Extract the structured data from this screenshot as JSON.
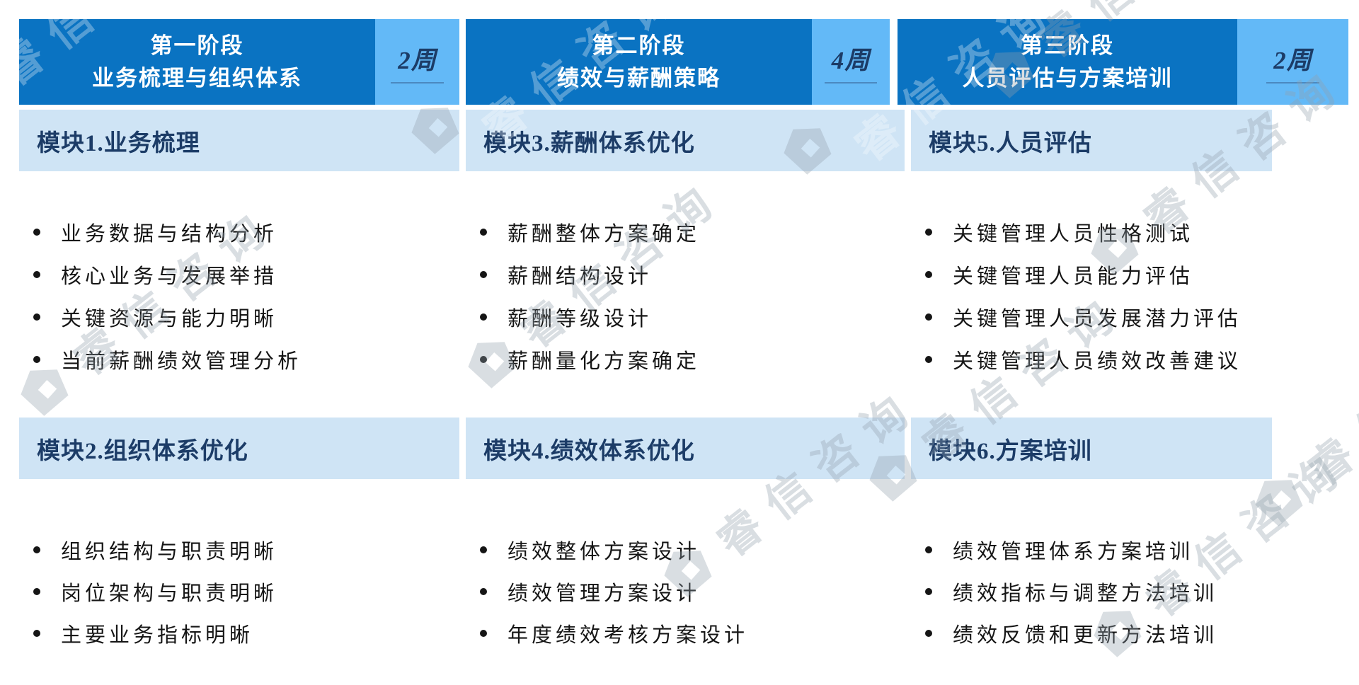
{
  "watermark": {
    "text": "睿信咨询"
  },
  "colors": {
    "dark": "#0a73c2",
    "mid": "#63b9f7",
    "pale": "#cfe4f5",
    "navy": "#1c3c67"
  },
  "columns": [
    {
      "phase": "第一阶段",
      "title": "业务梳理与组织体系",
      "duration": "2周",
      "modules": [
        {
          "name": "模块1.业务梳理",
          "items": [
            "业务数据与结构分析",
            "核心业务与发展举措",
            "关键资源与能力明晰",
            "当前薪酬绩效管理分析"
          ]
        },
        {
          "name": "模块2.组织体系优化",
          "items": [
            "组织结构与职责明晰",
            "岗位架构与职责明晰",
            "主要业务指标明晰"
          ]
        }
      ]
    },
    {
      "phase": "第二阶段",
      "title": "绩效与薪酬策略",
      "duration": "4周",
      "modules": [
        {
          "name": "模块3.薪酬体系优化",
          "items": [
            "薪酬整体方案确定",
            "薪酬结构设计",
            "薪酬等级设计",
            "薪酬量化方案确定"
          ]
        },
        {
          "name": "模块4.绩效体系优化",
          "items": [
            "绩效整体方案设计",
            "绩效管理方案设计",
            "年度绩效考核方案设计"
          ]
        }
      ]
    },
    {
      "phase": "第三阶段",
      "title": "人员评估与方案培训",
      "duration": "2周",
      "modules": [
        {
          "name": "模块5.人员评估",
          "items": [
            "关键管理人员性格测试",
            "关键管理人员能力评估",
            "关键管理人员发展潜力评估",
            "关键管理人员绩效改善建议"
          ]
        },
        {
          "name": "模块6.方案培训",
          "items": [
            "绩效管理体系方案培训",
            "绩效指标与调整方法培训",
            "绩效反馈和更新方法培训"
          ]
        }
      ]
    }
  ]
}
